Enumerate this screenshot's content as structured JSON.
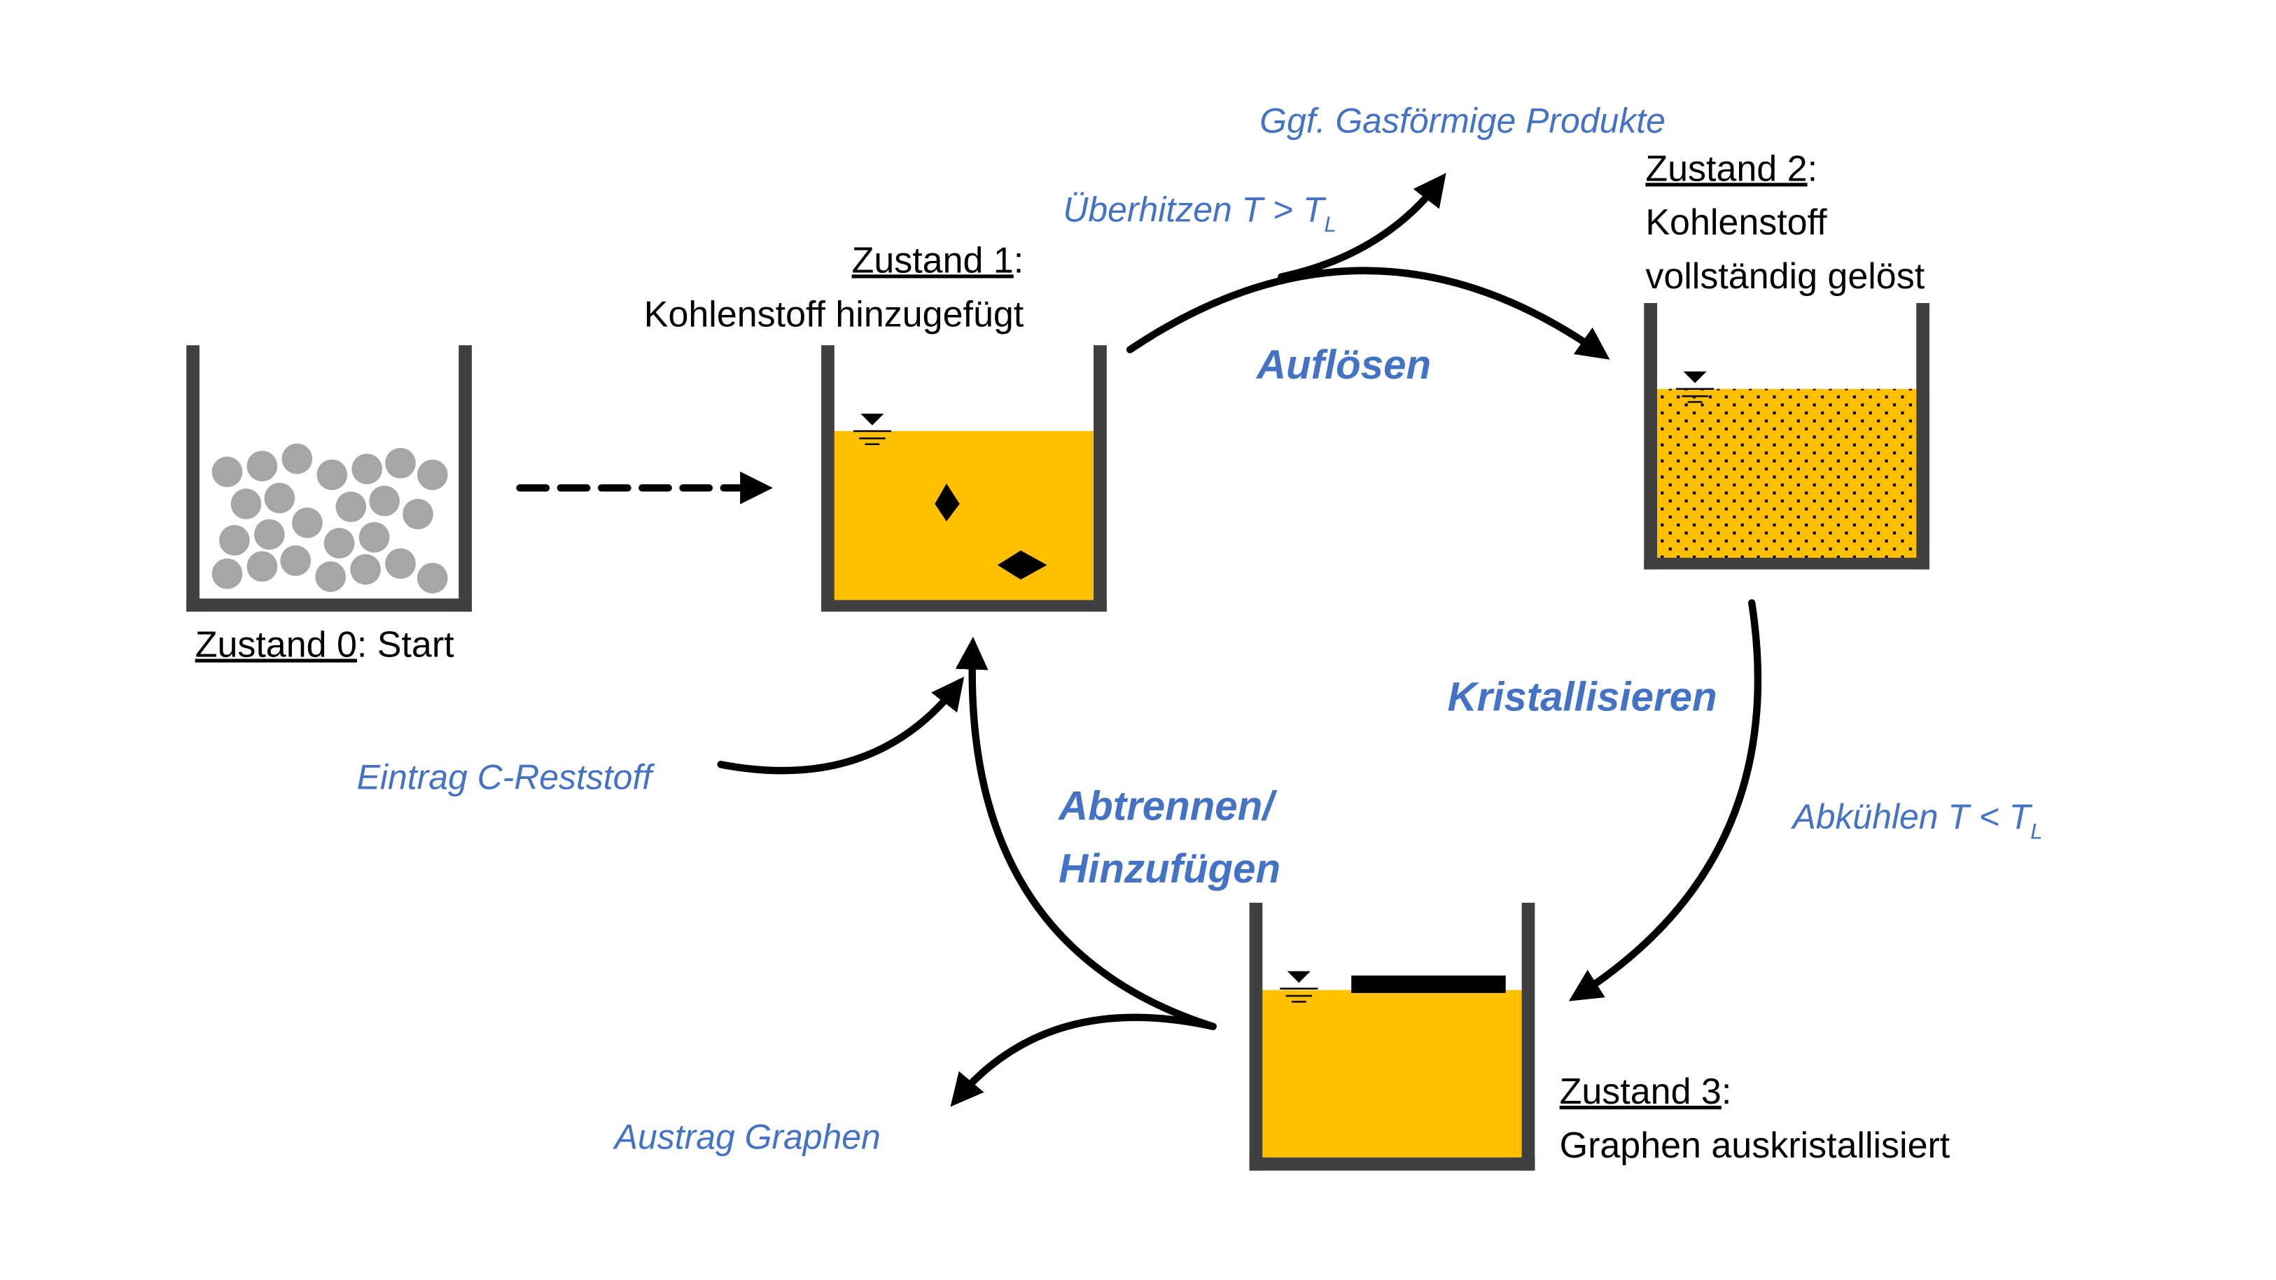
{
  "states": {
    "s0": {
      "label_u": "Zustand 0",
      "label_rest": ": Start"
    },
    "s1": {
      "label_u": "Zustand 1",
      "colon": ":",
      "line2": "Kohlenstoff hinzugefügt"
    },
    "s2": {
      "label_u": "Zustand 2",
      "colon": ":",
      "line2": "Kohlenstoff",
      "line3": "vollständig gelöst"
    },
    "s3": {
      "label_u": "Zustand 3",
      "colon": ":",
      "line2": "Graphen auskristallisiert"
    }
  },
  "processes": {
    "dissolve": "Auflösen",
    "crystallize": "Kristallisieren",
    "separate_line1": "Abtrennen/",
    "separate_line2": "Hinzufügen"
  },
  "annotations": {
    "gas": "Ggf. Gasförmige Produkte",
    "overheat": "Überhitzen T > T",
    "overheat_sub": "L",
    "cool": "Abkühlen T < T",
    "cool_sub": "L",
    "input": "Eintrag C-Reststoff",
    "output": "Austrag Graphen"
  },
  "colors": {
    "liquid": "#ffc000",
    "wall": "#404040",
    "accent": "#4472c4",
    "particle": "#a6a6a6"
  }
}
